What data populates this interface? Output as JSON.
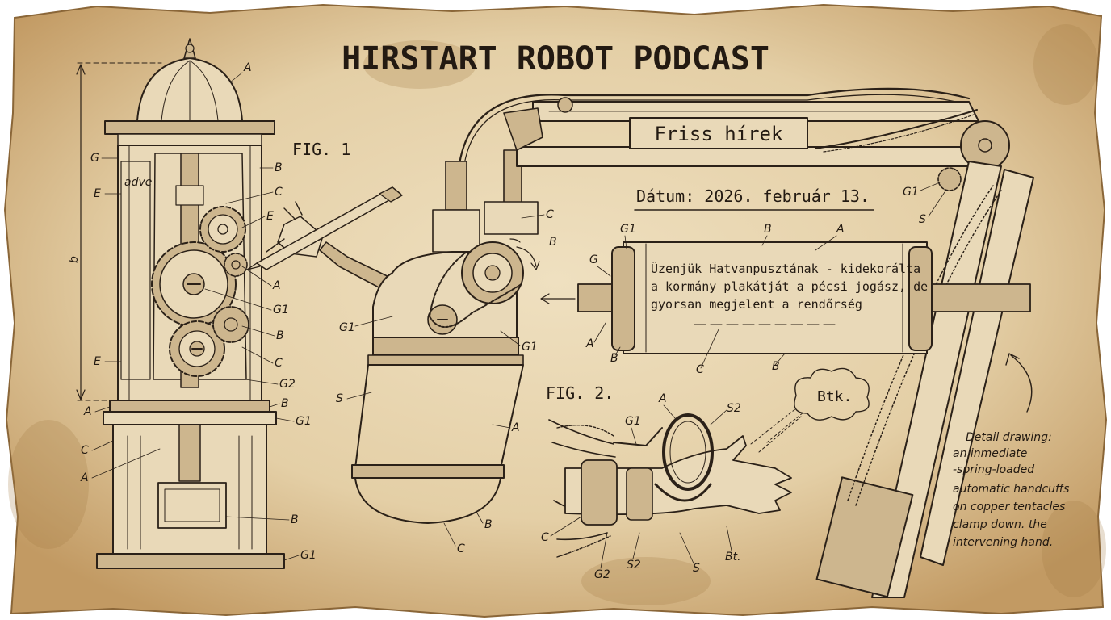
{
  "title": "HIRSTART ROBOT PODCAST",
  "fig1_label": "FIG. 1",
  "fig2_label": "FIG. 2.",
  "banner": "Friss hírek",
  "date": "Dátum: 2026. február 13.",
  "scroll_text": [
    "Üzenjük Hatvanpusztának - kidekorálta",
    "a kormány plakátját a pécsi jogász, de",
    "gyorsan megjelent a rendőrség"
  ],
  "cloud_text": "Btk.",
  "note_lines": [
    "Detail drawing:",
    "an inmediate",
    "-spring-loaded",
    "automatic handcuffs",
    "on copper tentacles",
    "clamp down. the",
    "intervening hand."
  ],
  "labels": {
    "kiosk": [
      "A",
      "G",
      "B",
      "C",
      "E",
      "E",
      "A",
      "G1",
      "B",
      "C",
      "G2",
      "B",
      "G1",
      "A",
      "C",
      "A",
      "B",
      "G1",
      "E",
      "b"
    ],
    "mic": [
      "C",
      "B",
      "G1",
      "G1",
      "S",
      "A",
      "B",
      "C"
    ],
    "scroll": [
      "G1",
      "B",
      "A",
      "G",
      "A",
      "B",
      "C",
      "B"
    ],
    "fig2": [
      "A",
      "S2",
      "G1",
      "C",
      "G2",
      "S2",
      "S",
      "Bt."
    ],
    "arm": [
      "G1",
      "S"
    ]
  }
}
